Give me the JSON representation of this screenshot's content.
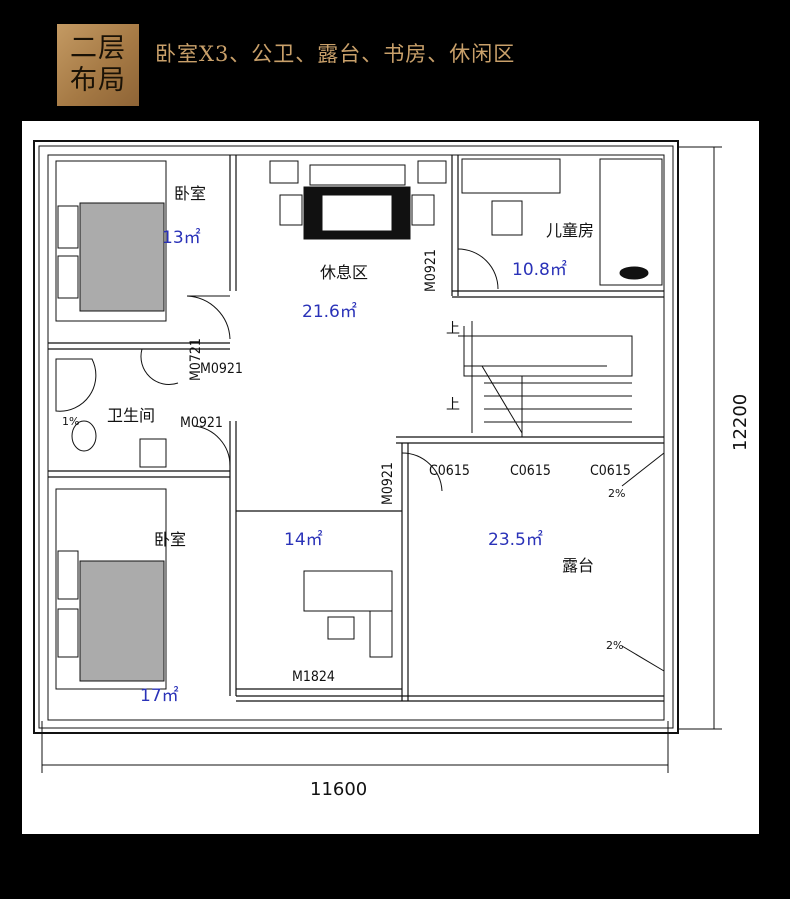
{
  "header": {
    "badge_line1": "二层",
    "badge_line2": "布局",
    "title": "卧室X3、公卫、露台、书房、休闲区"
  },
  "plan": {
    "rooms": {
      "bedroom_top": {
        "name": "卧室",
        "area": "13㎡"
      },
      "bathroom": {
        "name": "卫生间",
        "slope": "1%"
      },
      "bedroom_bottom": {
        "name": "卧室",
        "area": "17㎡"
      },
      "lounge": {
        "name": "休息区",
        "area": "21.6㎡"
      },
      "kids_room": {
        "name": "儿童房",
        "area": "10.8㎡"
      },
      "study": {
        "area": "14㎡"
      },
      "terrace": {
        "name": "露台",
        "area": "23.5㎡",
        "slope_1": "2%",
        "slope_2": "2%"
      }
    },
    "codes": {
      "door_m0921_a": "M0921",
      "door_m0721": "M0721",
      "door_m0921_b": "M0921",
      "door_m0921_c": "M0921",
      "door_m0921_d": "M0921",
      "door_m1824": "M1824",
      "window_c0615_a": "C0615",
      "window_c0615_b": "C0615",
      "window_c0615_c": "C0615"
    },
    "dimensions": {
      "width": "11600",
      "depth": "12200"
    },
    "stairs": {
      "up": "上"
    }
  }
}
